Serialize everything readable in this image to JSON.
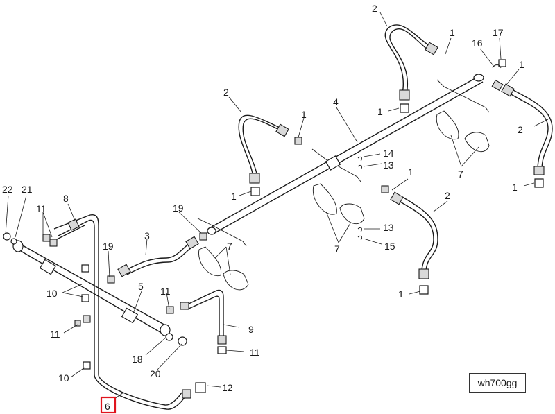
{
  "drawing_ref": "wh700gg",
  "highlighted_callout": "6",
  "colors": {
    "highlight": "#e0141e",
    "ink": "#1a1a1a"
  },
  "callouts": {
    "c2a": "2",
    "c1a": "1",
    "c17": "17",
    "c16": "16",
    "c1b": "1",
    "c1c": "1",
    "c2b": "2",
    "c1d": "1",
    "c2c": "2",
    "c1e": "1",
    "c4": "4",
    "c14": "14",
    "c13a": "13",
    "c7a": "7",
    "c1f": "1",
    "c1g": "1",
    "c2d": "2",
    "c13b": "13",
    "c15": "15",
    "c7b": "7",
    "c1h": "1",
    "c22": "22",
    "c21": "21",
    "c8": "8",
    "c11a": "11",
    "c19a": "19",
    "c3": "3",
    "c19b": "19",
    "c7c": "7",
    "c10a": "10",
    "c5": "5",
    "c11b": "11",
    "c11c": "11",
    "c9": "9",
    "c18": "18",
    "c20": "20",
    "c11d": "11",
    "c10b": "10",
    "c12": "12",
    "c6": "6"
  }
}
